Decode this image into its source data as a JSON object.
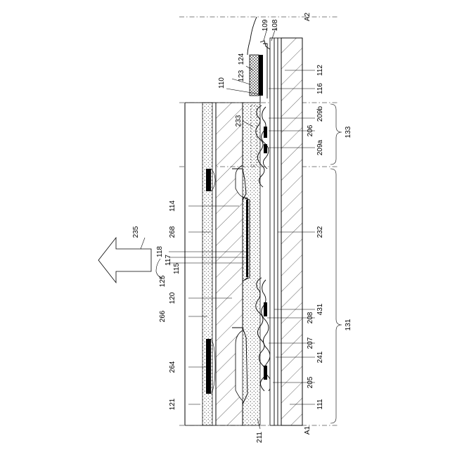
{
  "labels": {
    "A2": "A2",
    "A1": "A1",
    "l109": "109",
    "l108": "108",
    "l124": "124",
    "l123": "123",
    "l112": "112",
    "l110": "110",
    "l116": "116",
    "l233": "233",
    "l209b": "209b",
    "l206": "206",
    "l209a": "209a",
    "l133": "133",
    "l114": "114",
    "l268": "268",
    "l232": "232",
    "l235": "235",
    "l118": "118",
    "l117": "117",
    "l115": "115",
    "l125": "125",
    "l120": "120",
    "l431": "431",
    "l208": "208",
    "l266": "266",
    "l207": "207",
    "l131": "131",
    "l264": "264",
    "l241": "241",
    "l205": "205",
    "l121": "121",
    "l111": "111",
    "l211": "211"
  }
}
